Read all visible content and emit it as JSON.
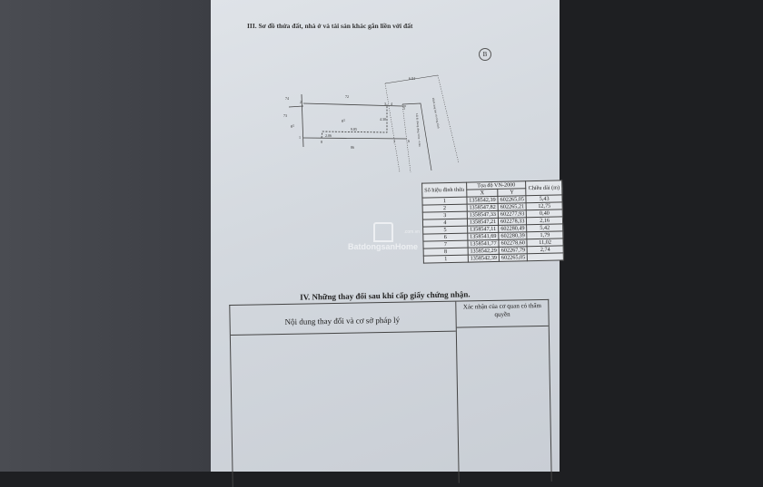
{
  "section3": {
    "title": "III. Sơ đồ thửa đất, nhà ở và tài sản khác gắn liền với đất"
  },
  "diagram": {
    "labels": {
      "top_parcel": "72",
      "left_top": "74",
      "left_mid": "73",
      "left_g": "g1",
      "center": "g1",
      "bottom_parcel": "86",
      "dim_430": "4.30",
      "dim_865": "9.85",
      "dim_095": "2.06",
      "dim_top_right": "6.84"
    },
    "points": [
      "1",
      "2",
      "3",
      "4",
      "5",
      "6",
      "7",
      "8"
    ],
    "road_labels": [
      "Lối đi chung rộng 3.0m - 4.0m",
      "Hành lang bảo vệ công trình"
    ],
    "north_symbol": "B"
  },
  "coord_table": {
    "headers": {
      "point": "Số hiệu đỉnh thửa",
      "system": "Tọa độ VN-2000",
      "x": "X",
      "y": "Y",
      "length": "Chiều dài (m)"
    },
    "rows": [
      {
        "point": "1",
        "x": "1358542,39",
        "y": "602265,05",
        "len": "5,43"
      },
      {
        "point": "2",
        "x": "1358547,82",
        "y": "602265,21",
        "len": "12,75"
      },
      {
        "point": "3",
        "x": "1358547,33",
        "y": "602277,93",
        "len": "0,40"
      },
      {
        "point": "4",
        "x": "1358547,21",
        "y": "602278,33",
        "len": "2,16"
      },
      {
        "point": "5",
        "x": "1358547,11",
        "y": "602280,49",
        "len": "5,42"
      },
      {
        "point": "6",
        "x": "1358541,69",
        "y": "602280,39",
        "len": "1,79"
      },
      {
        "point": "7",
        "x": "1358541,77",
        "y": "602278,60",
        "len": "11,02"
      },
      {
        "point": "8",
        "x": "1358542,29",
        "y": "602267,79",
        "len": "2,74"
      },
      {
        "point": "1",
        "x": "1358542,39",
        "y": "602265,05",
        "len": ""
      }
    ]
  },
  "watermark": {
    "name": "BatdongsanHome",
    "domain": ".com.vn"
  },
  "section4": {
    "title": "IV. Những thay đổi sau khi cấp giấy chứng nhận.",
    "col1": "Nội dung thay đổi và cơ sở pháp lý",
    "col2": "Xác nhận của cơ quan có thẩm quyền"
  }
}
